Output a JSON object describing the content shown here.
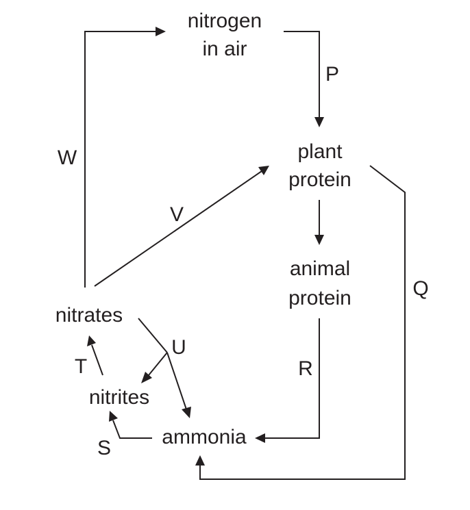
{
  "nodes": {
    "nitrogen_in_air": {
      "line1": "nitrogen",
      "line2": "in air"
    },
    "plant_protein": {
      "line1": "plant",
      "line2": "protein"
    },
    "animal_protein": {
      "line1": "animal",
      "line2": "protein"
    },
    "nitrates": {
      "label": "nitrates"
    },
    "nitrites": {
      "label": "nitrites"
    },
    "ammonia": {
      "label": "ammonia"
    }
  },
  "edges": {
    "P": {
      "label": "P",
      "from": "nitrogen in air",
      "to": "plant protein"
    },
    "Q": {
      "label": "Q",
      "from": "plant protein",
      "to": "ammonia"
    },
    "R": {
      "label": "R",
      "from": "animal protein",
      "to": "ammonia"
    },
    "S": {
      "label": "S",
      "from": "ammonia",
      "to": "nitrites"
    },
    "T": {
      "label": "T",
      "from": "nitrites",
      "to": "nitrates"
    },
    "U": {
      "label": "U",
      "from": "nitrates",
      "to": "nitrites and ammonia"
    },
    "V": {
      "label": "V",
      "from": "nitrates",
      "to": "plant protein"
    },
    "W": {
      "label": "W",
      "from": "nitrates",
      "to": "nitrogen in air"
    }
  }
}
